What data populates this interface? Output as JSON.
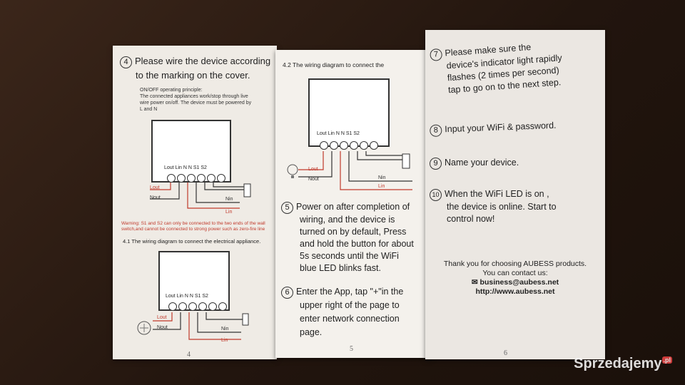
{
  "page4": {
    "step_num": "4",
    "heading_line1": "Please wire the device according",
    "heading_line2": "to the marking on the cover.",
    "principle_title": "ON/OFF operating principle:",
    "principle_text_1": "The connected appliances work/stop through live",
    "principle_text_2": "wire power on/off. The device must be powered by",
    "principle_text_3": "L and N",
    "terminal_labels": "Lout Lin  N   N  S1  S2",
    "wire_lout": "Lout",
    "wire_nout": "Nout",
    "wire_nin": "Nin",
    "wire_lin": "Lin",
    "warning_1": "Warning: S1 and S2 can only be connected to the two ends of the wall",
    "warning_2": "switch,and cannot be connected to strong power such as zero-fire line",
    "sub_heading": "4.1 The wiring diagram to connect the electrical appliance.",
    "page_number": "4"
  },
  "page5": {
    "sub_heading": "4.2  The wiring diagram to connect the",
    "step5_num": "5",
    "step5_line1": "Power on after completion of",
    "step5_line2": "wiring, and the device is",
    "step5_line3": "turned on by default, Press",
    "step5_line4": "and hold the button for about",
    "step5_line5": "5s seconds until the WiFi",
    "step5_line6": "blue LED blinks fast.",
    "step6_num": "6",
    "step6_line1": "Enter the App, tap \"+\"in the",
    "step6_line2": "upper right of the page to",
    "step6_line3": "enter network connection",
    "step6_line4": "page.",
    "page_number": "5"
  },
  "page6": {
    "step7_num": "7",
    "step7_line1": "Please make sure the",
    "step7_line2": "device's indicator light rapidly",
    "step7_line3": "flashes (2 times per second)",
    "step7_line4": "tap to go on to the next step.",
    "step8_num": "8",
    "step8_text": "Input your WiFi & password.",
    "step9_num": "9",
    "step9_text": "Name your device.",
    "step10_num": "10",
    "step10_line1": "When the WiFi LED is on ,",
    "step10_line2": "the device is online. Start to",
    "step10_line3": "control now!",
    "thanks_1": "Thank you for choosing AUBESS products.",
    "thanks_2": "You can contact us:",
    "email": "business@aubess.net",
    "website": "http://www.aubess.net",
    "page_number": "6"
  },
  "watermark": {
    "text": "Sprzedajemy",
    "suffix": ".pl"
  },
  "colors": {
    "live_wire": "#c0392b",
    "neutral_wire": "#333333",
    "paper": "#f2eee8"
  }
}
